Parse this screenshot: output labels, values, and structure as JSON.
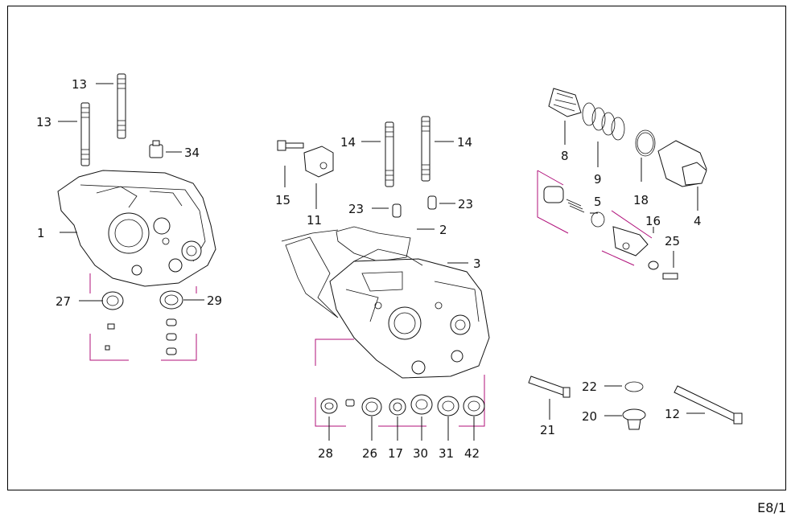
{
  "page_code": "E8/1",
  "colors": {
    "ink": "#111111",
    "group_bracket": "#b0107a",
    "background": "#ffffff"
  },
  "callouts": {
    "c1": "1",
    "c2": "2",
    "c3": "3",
    "c4": "4",
    "c5": "5",
    "c8": "8",
    "c9": "9",
    "c11": "11",
    "c12": "12",
    "c13a": "13",
    "c13b": "13",
    "c14a": "14",
    "c14b": "14",
    "c15": "15",
    "c16": "16",
    "c17": "17",
    "c18": "18",
    "c20": "20",
    "c21": "21",
    "c22": "22",
    "c23a": "23",
    "c23b": "23",
    "c25": "25",
    "c26": "26",
    "c27": "27",
    "c28": "28",
    "c29": "29",
    "c30": "30",
    "c31": "31",
    "c34": "34",
    "c42": "42"
  }
}
